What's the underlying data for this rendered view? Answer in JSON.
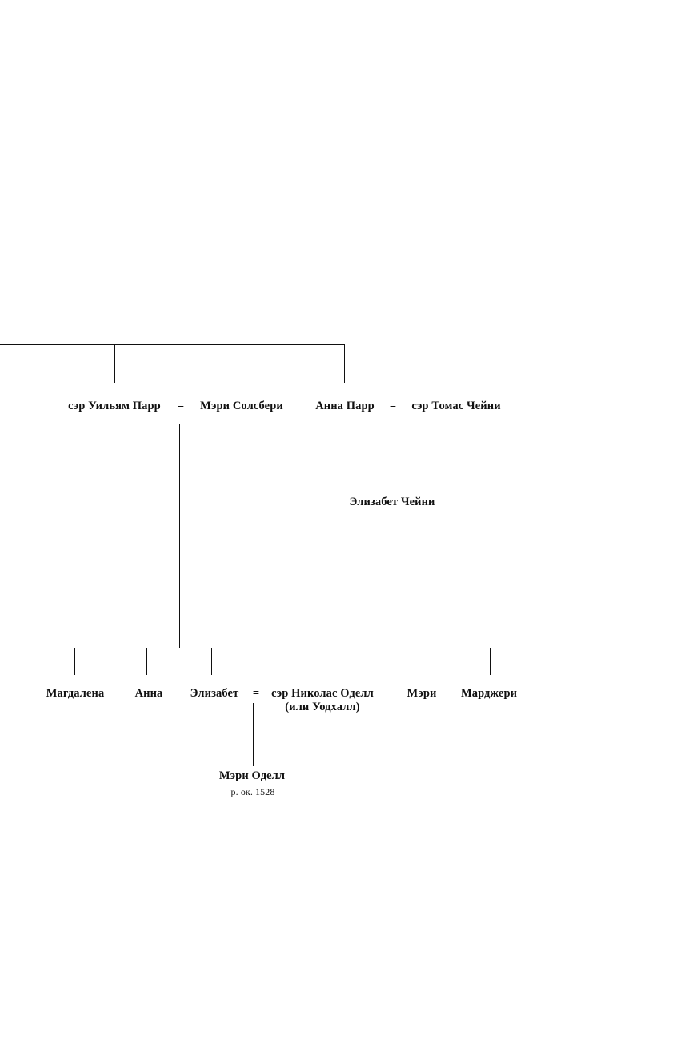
{
  "page": {
    "background": "#ffffff",
    "ink": "#111111"
  },
  "tree": {
    "parents": {
      "william_parr": "сэр Уильям Парр",
      "eq_william_mary": "=",
      "mary_salisbury": "Мэри Солсбери",
      "anne_parr": "Анна Парр",
      "eq_anne_thomas": "=",
      "thomas_cheyne": "сэр Томас Чейни"
    },
    "cheyne_line": {
      "elizabeth_cheyne": "Элизабет Чейни"
    },
    "parr_children": {
      "magdalena": "Магдалена",
      "anna": "Анна",
      "elizabeth": "Элизабет",
      "eq_elizabeth_nicholas": "=",
      "nicholas_odell": "сэр Николас Оделл",
      "nicholas_odell_alt": "(или Уодхалл)",
      "mary": "Мэри",
      "margery": "Марджери"
    },
    "odell_line": {
      "mary_odell": "Мэри Оделл",
      "mary_odell_birth": "р. ок. 1528"
    }
  }
}
